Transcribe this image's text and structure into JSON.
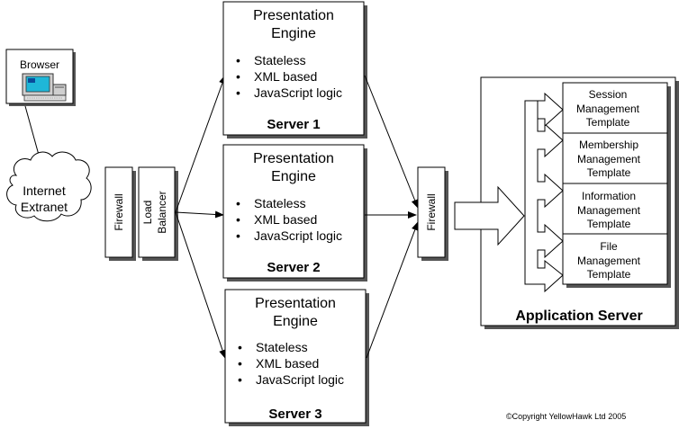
{
  "browser": {
    "label": "Browser",
    "icon": "computer-icon"
  },
  "cloud": {
    "line1": "Internet",
    "line2": "Extranet"
  },
  "firewall_left": {
    "label": "Firewall"
  },
  "load_balancer": {
    "line1": "Load",
    "line2": "Balancer"
  },
  "firewall_right": {
    "label": "Firewall"
  },
  "servers": [
    {
      "title1": "Presentation",
      "title2": "Engine",
      "bullets": [
        "Stateless",
        "XML based",
        "JavaScript logic"
      ],
      "name": "Server 1"
    },
    {
      "title1": "Presentation",
      "title2": "Engine",
      "bullets": [
        "Stateless",
        "XML based",
        "JavaScript logic"
      ],
      "name": "Server 2"
    },
    {
      "title1": "Presentation",
      "title2": "Engine",
      "bullets": [
        "Stateless",
        "XML based",
        "JavaScript logic"
      ],
      "name": "Server 3"
    }
  ],
  "app_server": {
    "name": "Application Server",
    "templates": [
      {
        "line1": "Session",
        "line2": "Management",
        "line3": "Template"
      },
      {
        "line1": "Membership",
        "line2": "Management",
        "line3": "Template"
      },
      {
        "line1": "Information",
        "line2": "Management",
        "line3": "Template"
      },
      {
        "line1": "File",
        "line2": "Management",
        "line3": "Template"
      }
    ]
  },
  "copyright": "©Copyright YellowHawk Ltd 2005"
}
